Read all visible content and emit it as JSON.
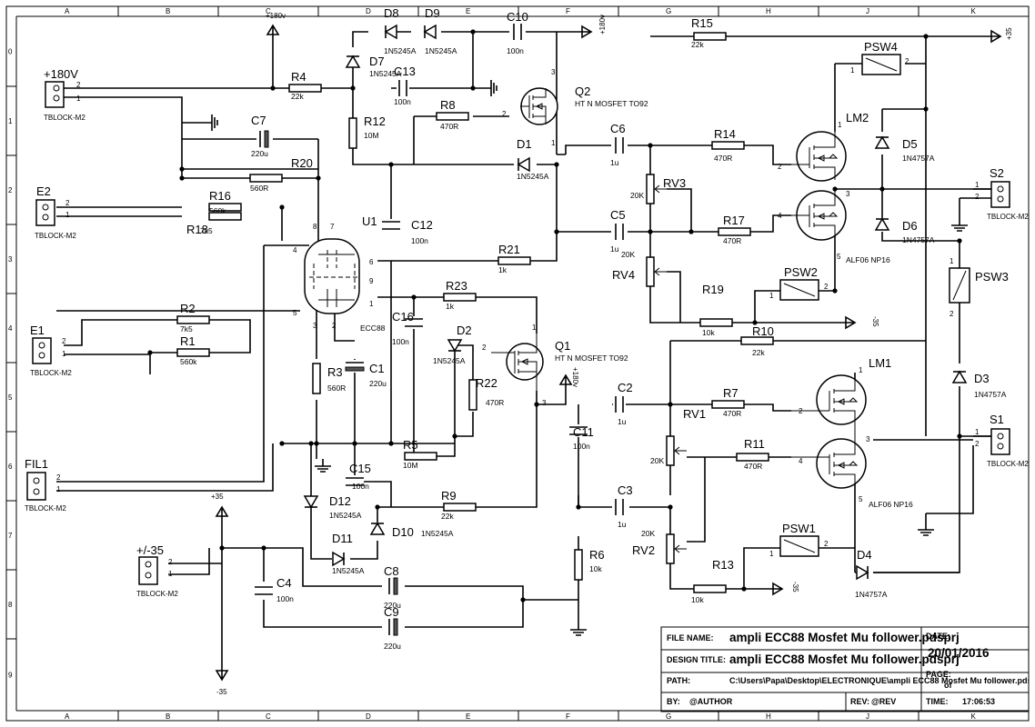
{
  "frame": {
    "cols": [
      "A",
      "B",
      "C",
      "D",
      "E",
      "F",
      "G",
      "H",
      "J",
      "K"
    ],
    "rows": [
      "0",
      "1",
      "2",
      "3",
      "4",
      "5",
      "6",
      "7",
      "8",
      "9"
    ]
  },
  "connectors": {
    "p180": {
      "name": "+180V",
      "type": "TBLOCK-M2",
      "pins": [
        "2",
        "1"
      ]
    },
    "e2": {
      "name": "E2",
      "type": "TBLOCK-M2",
      "pins": [
        "2",
        "1"
      ]
    },
    "e1": {
      "name": "E1",
      "type": "TBLOCK-M2",
      "pins": [
        "2",
        "1"
      ]
    },
    "fil1": {
      "name": "FIL1",
      "type": "TBLOCK-M2",
      "pins": [
        "2",
        "1"
      ]
    },
    "pm35": {
      "name": "+/-35",
      "type": "TBLOCK-M2",
      "pins": [
        "2",
        "1"
      ]
    },
    "s2": {
      "name": "S2",
      "type": "TBLOCK-M2",
      "pins": [
        "1",
        "2"
      ]
    },
    "s1": {
      "name": "S1",
      "type": "TBLOCK-M2",
      "pins": [
        "1",
        "2"
      ]
    }
  },
  "rails": {
    "p180": "+180v",
    "p35": "+35",
    "m35": "-35"
  },
  "resistors": {
    "r4": {
      "ref": "R4",
      "value": "22k"
    },
    "r12": {
      "ref": "R12",
      "value": "10M"
    },
    "r8": {
      "ref": "R8",
      "value": "470R"
    },
    "r20": {
      "ref": "R20",
      "value": "560R"
    },
    "r16": {
      "ref": "R16",
      "value": "560k"
    },
    "r18": {
      "ref": "R18",
      "value": "7k5"
    },
    "r2": {
      "ref": "R2",
      "value": "7k5"
    },
    "r1": {
      "ref": "R1",
      "value": "560k"
    },
    "r3": {
      "ref": "R3",
      "value": "560R"
    },
    "r21": {
      "ref": "R21",
      "value": "1k"
    },
    "r23": {
      "ref": "R23",
      "value": "1k"
    },
    "r22": {
      "ref": "R22",
      "value": "470R"
    },
    "r5": {
      "ref": "R5",
      "value": "10M"
    },
    "r9": {
      "ref": "R9",
      "value": "22k"
    },
    "r6": {
      "ref": "R6",
      "value": "10k"
    },
    "r15": {
      "ref": "R15",
      "value": "22k"
    },
    "r14": {
      "ref": "R14",
      "value": "470R"
    },
    "r17": {
      "ref": "R17",
      "value": "470R"
    },
    "r19": {
      "ref": "R19",
      "value": "10k"
    },
    "r10": {
      "ref": "R10",
      "value": "22k"
    },
    "r7": {
      "ref": "R7",
      "value": "470R"
    },
    "r11": {
      "ref": "R11",
      "value": "470R"
    },
    "r13": {
      "ref": "R13",
      "value": "10k"
    }
  },
  "pots": {
    "rv3": {
      "ref": "RV3",
      "value": "20K"
    },
    "rv4": {
      "ref": "RV4",
      "value": "20K"
    },
    "rv1": {
      "ref": "RV1",
      "value": "20K"
    },
    "rv2": {
      "ref": "RV2",
      "value": "20K"
    }
  },
  "capacitors": {
    "c10": {
      "ref": "C10",
      "value": "100n"
    },
    "c13": {
      "ref": "C13",
      "value": "100n"
    },
    "c7": {
      "ref": "C7",
      "value": "220u"
    },
    "c12": {
      "ref": "C12",
      "value": "100n"
    },
    "c16": {
      "ref": "C16",
      "value": "100n"
    },
    "c1": {
      "ref": "C1",
      "value": "220u"
    },
    "c15": {
      "ref": "C15",
      "value": "100n"
    },
    "c11": {
      "ref": "C11",
      "value": "100n"
    },
    "c6": {
      "ref": "C6",
      "value": "1u"
    },
    "c5": {
      "ref": "C5",
      "value": "1u"
    },
    "c2": {
      "ref": "C2",
      "value": "1u"
    },
    "c3": {
      "ref": "C3",
      "value": "1u"
    },
    "c4": {
      "ref": "C4",
      "value": "100n"
    },
    "c8": {
      "ref": "C8",
      "value": "220u"
    },
    "c9": {
      "ref": "C9",
      "value": "220u"
    }
  },
  "diodes": {
    "d8": {
      "ref": "D8",
      "value": "1N5245A"
    },
    "d9": {
      "ref": "D9",
      "value": "1N5245A"
    },
    "d7": {
      "ref": "D7",
      "value": "1N5245A"
    },
    "d1": {
      "ref": "D1",
      "value": "1N5245A"
    },
    "d2": {
      "ref": "D2",
      "value": "1N5245A"
    },
    "d12": {
      "ref": "D12",
      "value": "1N5245A"
    },
    "d11": {
      "ref": "D11",
      "value": "1N5245A"
    },
    "d10": {
      "ref": "D10",
      "value": "1N5245A"
    },
    "d5": {
      "ref": "D5",
      "value": "1N4757A"
    },
    "d6": {
      "ref": "D6",
      "value": "1N4757A"
    },
    "d3": {
      "ref": "D3",
      "value": "1N4757A"
    },
    "d4": {
      "ref": "D4",
      "value": "1N4757A"
    }
  },
  "transistors": {
    "q2": {
      "ref": "Q2",
      "value": "HT N MOSFET TO92"
    },
    "q1": {
      "ref": "Q1",
      "value": "HT N MOSFET TO92"
    },
    "lm2": {
      "ref": "LM2",
      "value": "ALF06 NP16"
    },
    "lm1": {
      "ref": "LM1",
      "value": "ALF06 NP16"
    }
  },
  "switches": {
    "psw4": "PSW4",
    "psw2": "PSW2",
    "psw3": "PSW3",
    "psw1": "PSW1"
  },
  "tube": {
    "ref": "U1",
    "value": "ECC88"
  },
  "titleblock": {
    "file_label": "FILE NAME:",
    "file_value": "ampli ECC88 Mosfet Mu follower.pdsprj",
    "design_label": "DESIGN TITLE:",
    "design_value": "ampli ECC88 Mosfet Mu follower.pdsprj",
    "path_label": "PATH:",
    "path_value": "C:\\Users\\Papa\\Desktop\\ELECTRONIQUE\\ampli ECC88 Mosfet Mu follower.pdsprj",
    "by_label": "BY:",
    "by_value": "@AUTHOR",
    "rev_label": "REV:",
    "rev_value": "@REV",
    "date_label": "DATE:",
    "date_value": "20/01/2016",
    "page_label": "PAGE:",
    "page_of": "of",
    "time_label": "TIME:",
    "time_value": "17:06:53"
  }
}
